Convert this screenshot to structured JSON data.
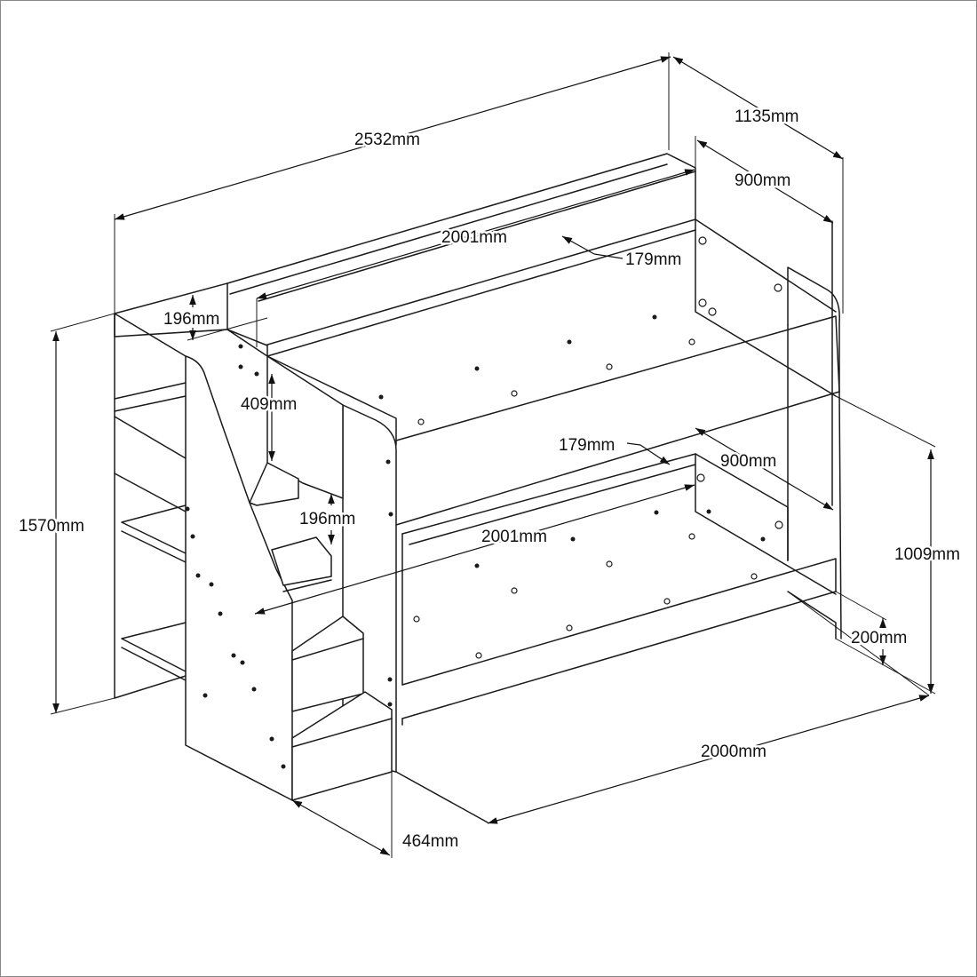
{
  "dimensions": {
    "overall_length": "2532mm",
    "overall_depth": "1135mm",
    "upper_inner_width": "900mm",
    "upper_mattress_length": "2001mm",
    "upper_rail_height": "179mm",
    "headboard_rail": "196mm",
    "upper_guard_height": "409mm",
    "step_rise": "196mm",
    "overall_height": "1570mm",
    "lower_rail_height": "179mm",
    "lower_inner_width": "900mm",
    "lower_mattress_length": "2001mm",
    "lower_height": "1009mm",
    "lower_clearance": "200mm",
    "lower_length": "2000mm",
    "stair_depth": "464mm"
  },
  "colors": {
    "line": "#1a1a1a",
    "background": "#ffffff",
    "frame": "#888888"
  }
}
